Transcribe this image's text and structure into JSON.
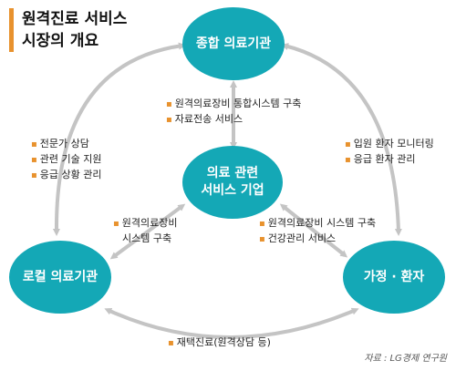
{
  "title": {
    "line1": "원격진료 서비스",
    "line2": "시장의 개요"
  },
  "nodes": {
    "top": {
      "label": "종합 의료기관"
    },
    "center": {
      "line1": "의료 관련",
      "line2": "서비스 기업"
    },
    "left": {
      "label": "로컬 의료기관"
    },
    "right": {
      "label": "가정 · 환자"
    }
  },
  "annotations": {
    "top_center": [
      "원격의료장비 통합시스템  구축",
      "자료전송 서비스"
    ],
    "left_arc": [
      "전문가 상담",
      "관련 기술 지원",
      "응급 상황 관리"
    ],
    "right_arc": [
      "입원 환자 모니터링",
      "응급 환자 관리"
    ],
    "center_left": [
      "원격의료장비",
      "시스템 구축"
    ],
    "center_right": [
      "원격의료장비 시스템 구축",
      "건강관리 서비스"
    ],
    "bottom": [
      "재택진료(원격상담 등)"
    ]
  },
  "source": "자료 : LG경제 연구원",
  "colors": {
    "node": "#14a8b6",
    "arrow": "#c4c4c4",
    "bullet": "#e8922e"
  }
}
